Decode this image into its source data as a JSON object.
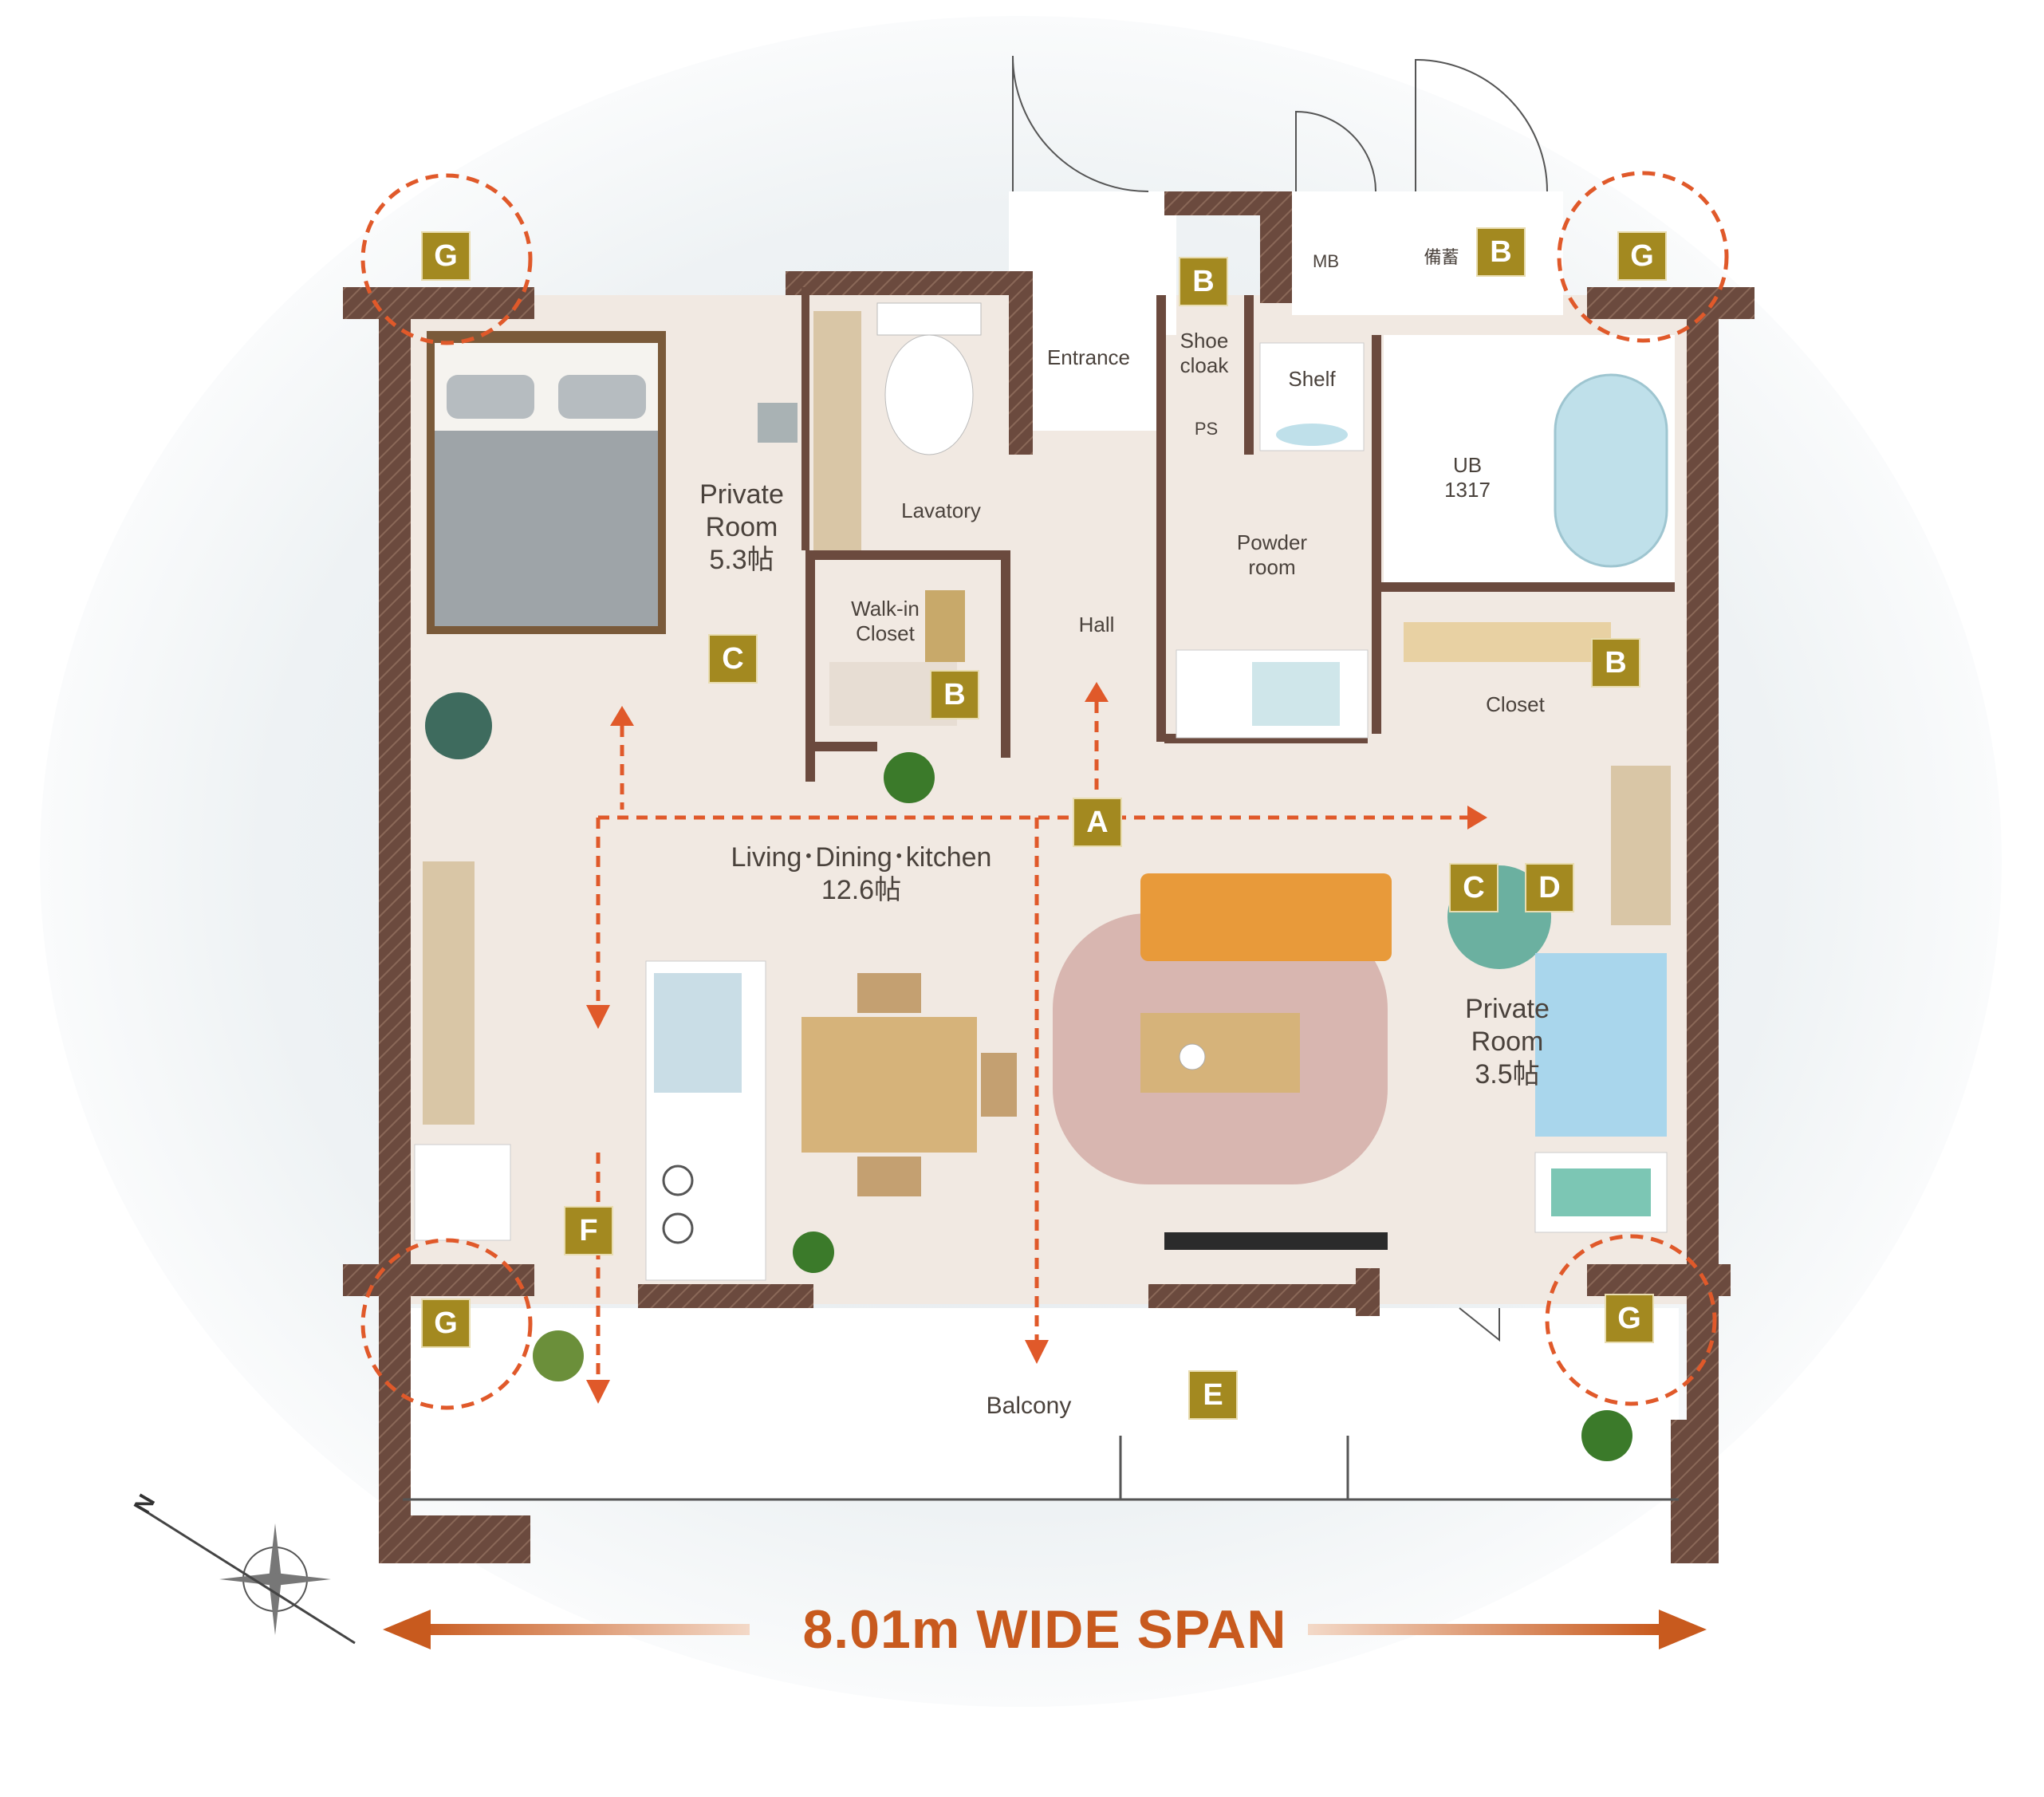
{
  "rooms": {
    "private_room_1": {
      "line1": "Private",
      "line2": "Room",
      "size": "5.3帖"
    },
    "lavatory": "Lavatory",
    "entrance": "Entrance",
    "shoe_cloak": {
      "line1": "Shoe",
      "line2": "cloak"
    },
    "ps": "PS",
    "shelf": "Shelf",
    "mb": "MB",
    "storage": "備蓄",
    "ub": {
      "line1": "UB",
      "line2": "1317"
    },
    "powder_room": {
      "line1": "Powder",
      "line2": "room"
    },
    "walk_in_closet": {
      "line1": "Walk-in",
      "line2": "Closet"
    },
    "hall": "Hall",
    "closet": "Closet",
    "ldk": {
      "line1": "Living･Dining･kitchen",
      "size": "12.6帖"
    },
    "private_room_2": {
      "line1": "Private",
      "line2": "Room",
      "size": "3.5帖"
    },
    "balcony": "Balcony"
  },
  "badges": {
    "a": "A",
    "b": "B",
    "c": "C",
    "d": "D",
    "e": "E",
    "f": "F",
    "g": "G"
  },
  "compass": {
    "label": "N"
  },
  "span": {
    "label": "8.01m  WIDE SPAN"
  },
  "colors": {
    "wall": "#6b4a3e",
    "floor": "#f1e9e2",
    "badge": "#a38920",
    "accent_arrow": "#e0592a",
    "span_arrow": "#c85a1e"
  }
}
